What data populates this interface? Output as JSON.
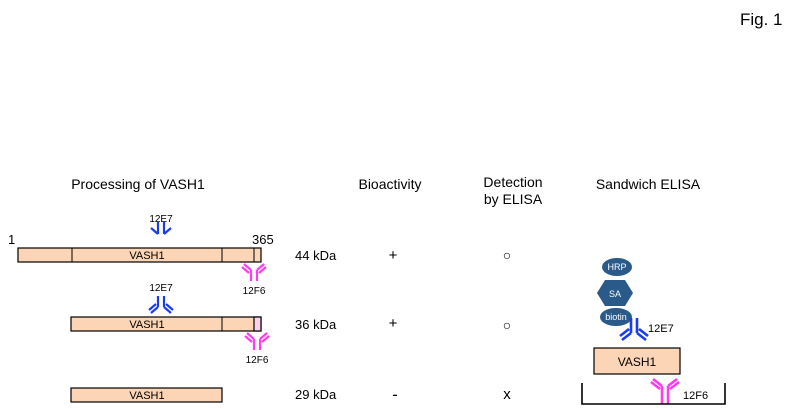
{
  "figure_label": "Fig. 1",
  "headers": {
    "processing": "Processing of VASH1",
    "bioactivity": "Bioactivity",
    "detection_line1": "Detection",
    "detection_line2": "by ELISA",
    "sandwich": "Sandwich ELISA"
  },
  "residue_start": "1",
  "residue_end": "365",
  "rows": [
    {
      "protein": "VASH1",
      "mass": "44 kDa",
      "bioactivity": "+",
      "detection": "○",
      "top_antibody": "12E7",
      "bottom_antibody": "12F6"
    },
    {
      "protein": "VASH1",
      "mass": "36 kDa",
      "bioactivity": "+",
      "detection": "○",
      "top_antibody": "12E7",
      "bottom_antibody": "12F6"
    },
    {
      "protein": "VASH1",
      "mass": "29 kDa",
      "bioactivity": "-",
      "detection": "x"
    }
  ],
  "sandwich": {
    "hrp": "HRP",
    "sa": "SA",
    "biotin": "biotin",
    "detection_antibody": "12E7",
    "antigen": "VASH1",
    "capture_antibody": "12F6"
  },
  "colors": {
    "protein_fill": "#fbd5b5",
    "antibody_12E7": "#1a3cf0",
    "antibody_12F6": "#ff3cf0",
    "conjugate": "#2a5a8a"
  }
}
